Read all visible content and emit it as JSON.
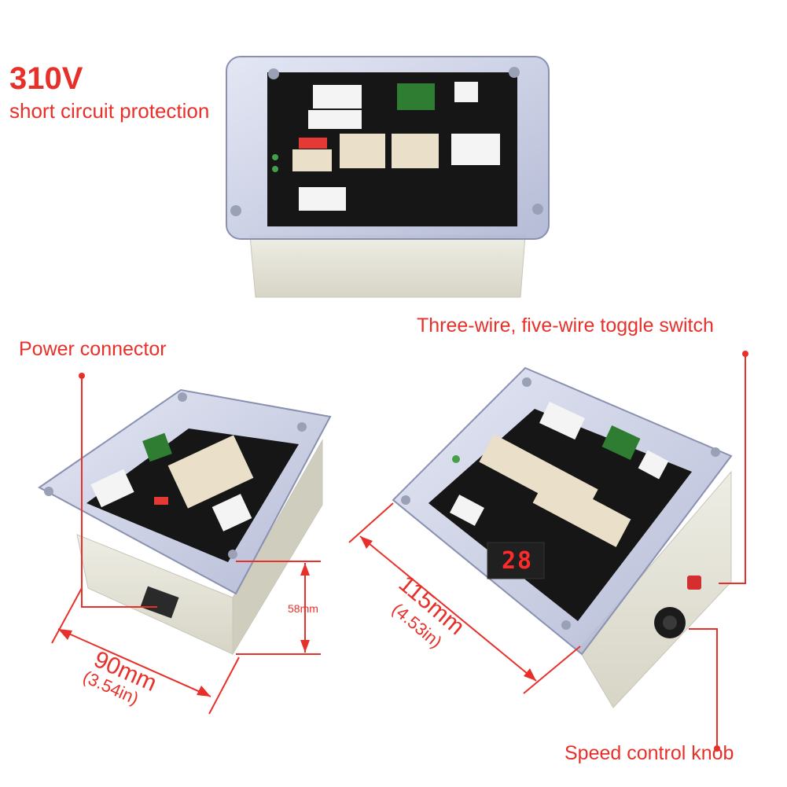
{
  "headline": "310V",
  "subline": "short circuit protection",
  "callouts": {
    "power_connector": "Power connector",
    "toggle_switch": "Three-wire, five-wire toggle switch",
    "speed_knob": "Speed control knob"
  },
  "dimensions": {
    "width_mm": "90mm",
    "width_in": "(3.54in)",
    "length_mm": "115mm",
    "length_in": "(4.53in)",
    "height_mm": "58mm"
  },
  "display_reading": "28",
  "colors": {
    "annotation": "#e8302a",
    "enclosure": "#e6e4d8",
    "pcb": "#1a1a1a",
    "lid": "#c9cfe6"
  }
}
